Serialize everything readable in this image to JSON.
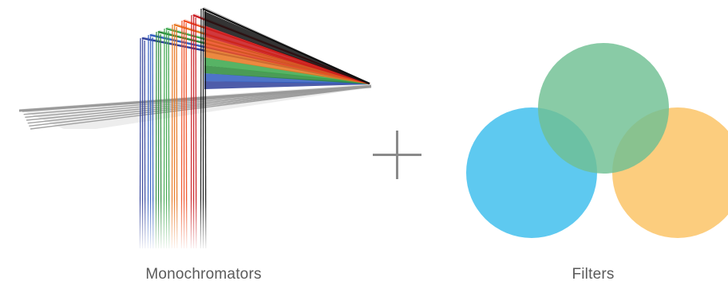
{
  "captions": {
    "left": "Monochromators",
    "right": "Filters"
  },
  "colors": {
    "beams": [
      "#2f3f9a",
      "#2f5cc0",
      "#2b8a3a",
      "#3aa64a",
      "#e8741e",
      "#f04a1e",
      "#c8161c",
      "#111111"
    ],
    "grating": "#9a9a9a",
    "plus": "#8a8a8a",
    "circle_blue": "#4cc3ee",
    "circle_green": "#6fc092",
    "circle_yellow": "#fcc870",
    "caption_text": "#5a5a5a"
  },
  "icons": {
    "left_graphic": "monochromator-beams",
    "operator": "plus-sign",
    "right_graphic": "overlapping-filter-circles"
  }
}
